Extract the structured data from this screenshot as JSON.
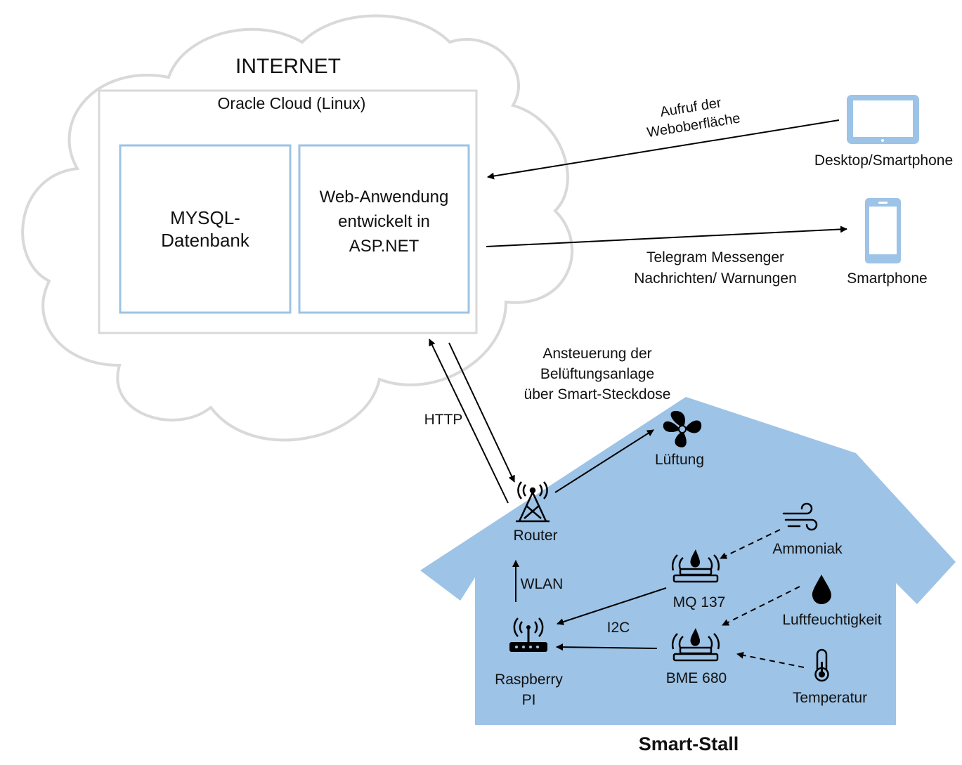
{
  "cloud": {
    "title": "INTERNET"
  },
  "oracle": {
    "title": "Oracle Cloud (Linux)",
    "db_box_line1": "MYSQL-",
    "db_box_line2": "Datenbank",
    "web_box_line1": "Web-Anwendung",
    "web_box_line2": "entwickelt in",
    "web_box_line3": "ASP.NET"
  },
  "clients": {
    "desktop_label": "Desktop/Smartphone",
    "smartphone_label": "Smartphone",
    "call_label_line1": "Aufruf der",
    "call_label_line2": "Weboberfläche",
    "telegram_line1": "Telegram Messenger",
    "telegram_line2": "Nachrichten/ Warnungen"
  },
  "links": {
    "http": "HTTP",
    "wlan": "WLAN",
    "i2c": "I2C",
    "vent_line1": "Ansteuerung der",
    "vent_line2": "Belüftungsanlage",
    "vent_line3": "über Smart-Steckdose"
  },
  "stall": {
    "title": "Smart-Stall",
    "router": "Router",
    "luftung": "Lüftung",
    "raspberry_line1": "Raspberry",
    "raspberry_line2": "PI",
    "mq137": "MQ 137",
    "bme680": "BME 680",
    "ammoniak": "Ammoniak",
    "luftfeuchtigkeit": "Luftfeuchtigkeit",
    "temperatur": "Temperatur"
  },
  "colors": {
    "house_fill": "#9dc3e6",
    "box_stroke": "#9dc3e6",
    "cloud_stroke": "#d9d9d9",
    "device_fill": "#9dc3e6"
  },
  "icons": {
    "router": "antenna-tower-icon",
    "fan": "fan-icon",
    "raspberry": "wifi-router-icon",
    "sensor": "gas-sensor-icon",
    "ammonia": "wind-icon",
    "humidity": "water-drop-icon",
    "temperature": "thermometer-icon",
    "tablet": "tablet-icon",
    "phone": "smartphone-icon"
  }
}
